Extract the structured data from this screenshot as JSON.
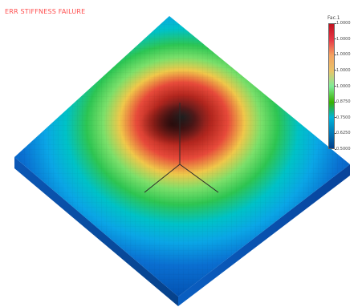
{
  "plot": {
    "title": "ERR STIFFNESS FAILURE",
    "legend": {
      "title": "Fac.1",
      "labels": [
        "1.0000",
        "1.0000",
        "1.0000",
        "1.0000",
        "1.0000",
        "0.8750",
        "0.7500",
        "0.6250",
        "0.5000"
      ],
      "colors": [
        "#c1121f",
        "#e63946",
        "#f4a261",
        "#e9c46a",
        "#80ed99",
        "#38b000",
        "#00b4d8",
        "#0077b6",
        "#023e8a"
      ]
    },
    "colors": {
      "accent_red": "#e63946",
      "plate_blue": "#0077b6"
    }
  }
}
